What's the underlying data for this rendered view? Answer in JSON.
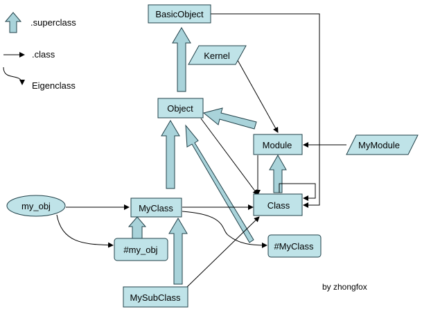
{
  "colors": {
    "node_fill": "#bfe3e8",
    "node_stroke": "#1f3f47",
    "superclass_arrow_fill": "#a9d3da",
    "line": "#000000"
  },
  "legend": {
    "superclass": ".superclass",
    "class": ".class",
    "eigenclass": "Eigenclass"
  },
  "nodes": {
    "basic_object": "BasicObject",
    "kernel": "Kernel",
    "object": "Object",
    "module": "Module",
    "my_module": "MyModule",
    "class": "Class",
    "my_obj": "my_obj",
    "my_class": "MyClass",
    "my_obj_eigen": "#my_obj",
    "my_class_eigen": "#MyClass",
    "my_sub_class": "MySubClass"
  },
  "credit": "by zhongfox"
}
